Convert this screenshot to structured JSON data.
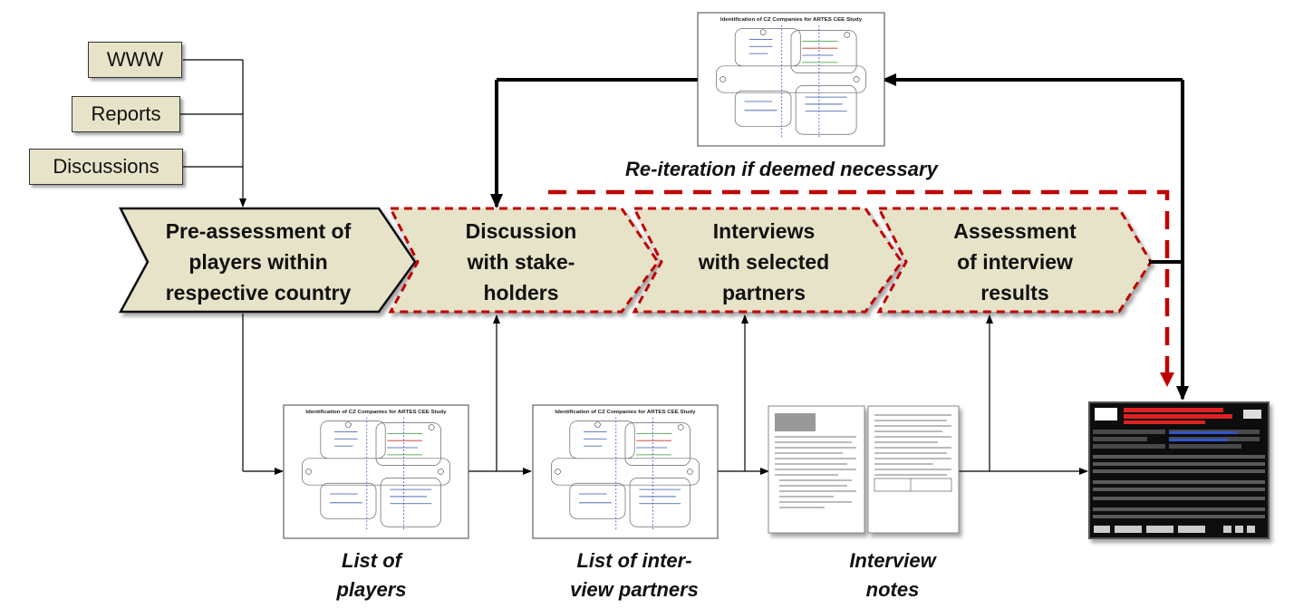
{
  "sources": [
    {
      "label": "WWW"
    },
    {
      "label": "Reports"
    },
    {
      "label": "Discussions"
    }
  ],
  "steps": [
    {
      "lines": [
        "Pre-assessment of",
        "players within",
        "respective country"
      ]
    },
    {
      "lines": [
        "Discussion",
        "with stake-",
        "holders"
      ]
    },
    {
      "lines": [
        "Interviews",
        "with selected",
        "partners"
      ]
    },
    {
      "lines": [
        "Assessment",
        "of interview",
        "results"
      ]
    }
  ],
  "reiteration_label": "Re-iteration if deemed necessary",
  "thumbnail_title": "Identification of CZ Companies for ARTES CEE Study",
  "outputs": [
    {
      "lines": [
        "List of",
        "players"
      ]
    },
    {
      "lines": [
        "List of inter-",
        "view partners"
      ]
    },
    {
      "lines": [
        "Interview",
        "notes"
      ]
    }
  ],
  "colors": {
    "step_fill": "#e6e3c8",
    "dashed_red": "#c00000",
    "arrow": "#000000"
  },
  "icons": [
    "database-screen-icon",
    "document-pages-icon",
    "diagram-thumbnail-icon"
  ]
}
